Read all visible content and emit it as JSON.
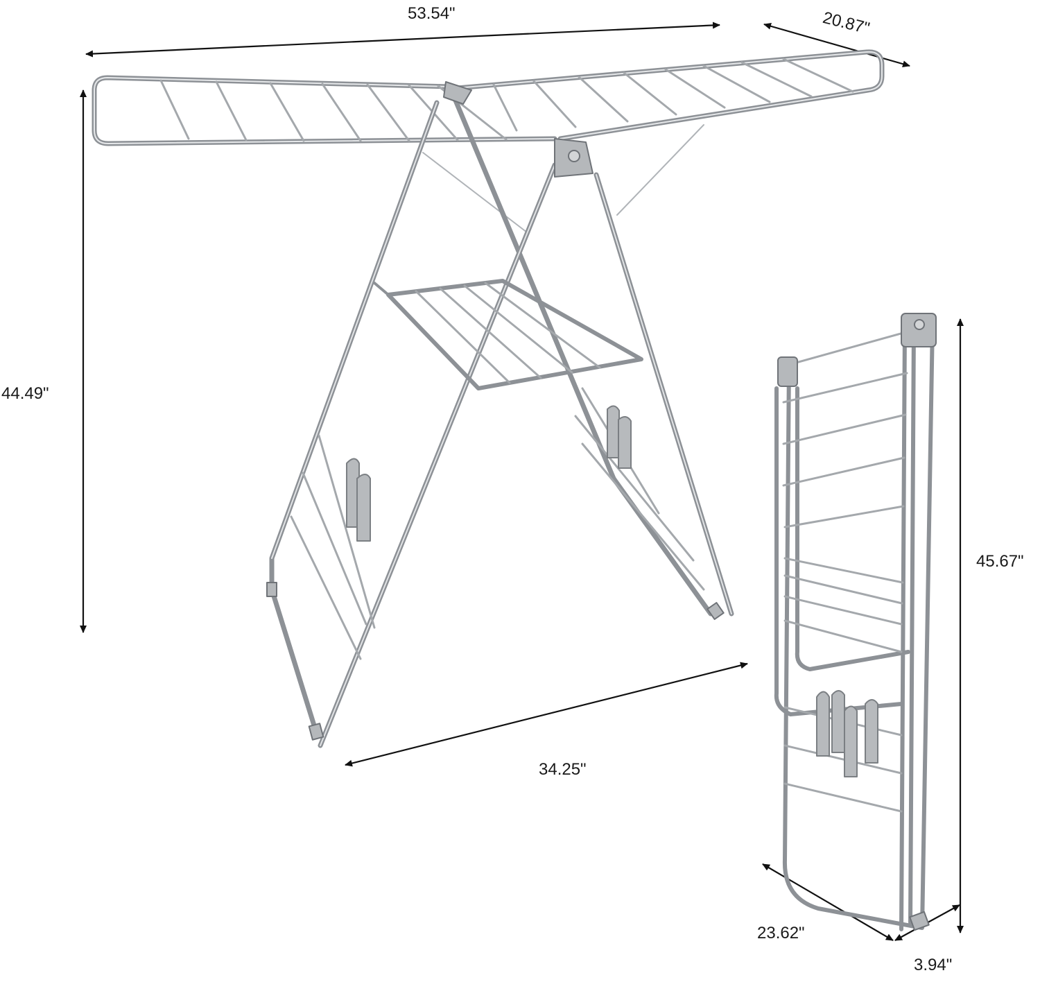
{
  "dimensions": {
    "open_width": "53.54\"",
    "wing_depth": "20.87\"",
    "open_height": "44.49\"",
    "base_span": "34.25\"",
    "folded_height": "45.67\"",
    "folded_width": "23.62\"",
    "folded_thickness": "3.94\""
  },
  "colors": {
    "steel": "#9a9ea3",
    "steel_dark": "#6f7378",
    "joint": "#b5b8bb",
    "arrow": "#111111"
  },
  "illustrations": [
    "open-drying-rack",
    "folded-drying-rack"
  ]
}
